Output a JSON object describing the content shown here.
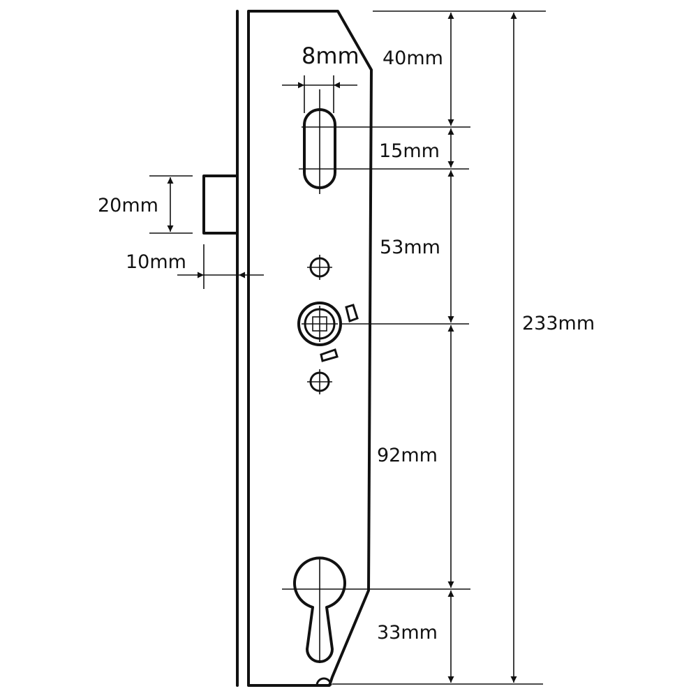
{
  "dimensions": {
    "slot_width": "8mm",
    "top_to_slot": "40mm",
    "slot_height": "15mm",
    "slot_to_spindle": "53mm",
    "spindle_to_cylinder": "92mm",
    "cylinder_to_bottom": "33mm",
    "overall_height": "233mm",
    "latch_height": "20mm",
    "latch_projection": "10mm"
  },
  "colors": {
    "line": "#111111",
    "background": "#ffffff"
  }
}
